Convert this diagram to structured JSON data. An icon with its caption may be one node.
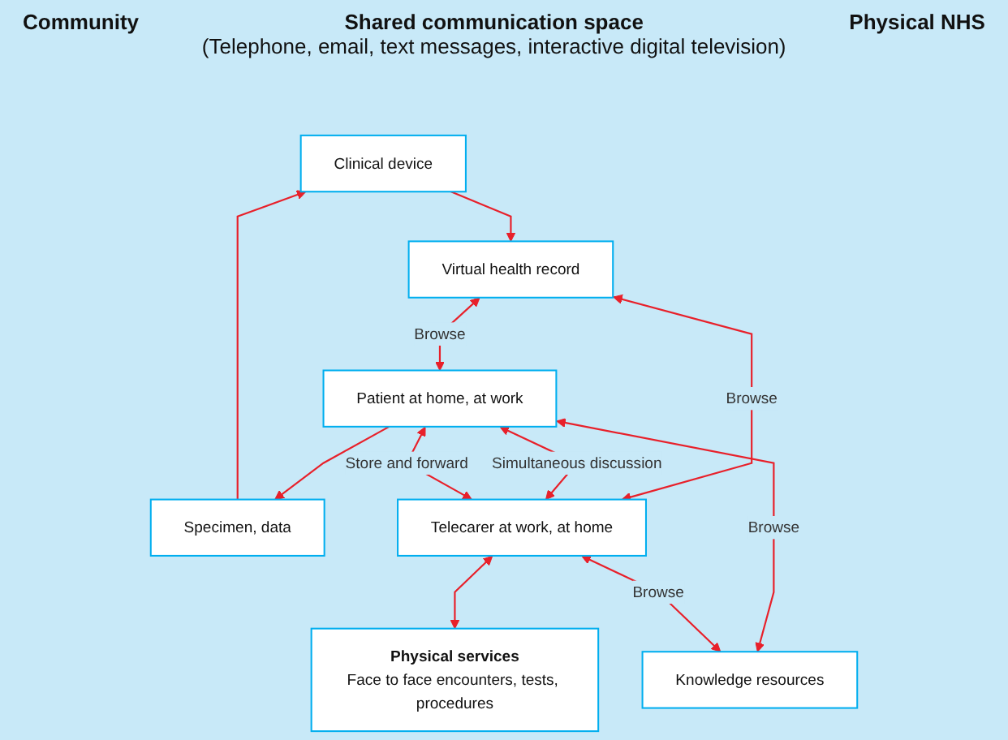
{
  "diagram": {
    "nodes": [
      {
        "text": [
          "Clinical device"
        ]
      },
      {
        "text": [
          "Virtual health record"
        ]
      },
      {
        "text": [
          "Specimen, data"
        ]
      },
      {
        "text": [
          "Patient at home, at work"
        ]
      },
      {
        "text": [
          "Telecarer at work, at home"
        ]
      },
      {
        "text": [
          "Physical services",
          "Face to face encounters, tests, procedures"
        ]
      },
      {
        "text": [
          "Knowledge resources"
        ]
      }
    ],
    "edges": [
      {
        "from": 3,
        "to": 2,
        "arrow": "to"
      },
      {
        "from": 2,
        "to": 0,
        "arrow": "to"
      },
      {
        "from": 0,
        "to": 1,
        "arrow": "to"
      },
      {
        "from": 1,
        "to": 3,
        "arrow": "both",
        "label": "Browse"
      },
      {
        "from": 1,
        "to": 4,
        "arrow": "both",
        "label": "Browse"
      },
      {
        "from": 3,
        "to": 4,
        "arrow": "both",
        "label": "Simultaneous discussion"
      },
      {
        "from": 3,
        "to": 4,
        "arrow": "both",
        "label": "Store and forward"
      },
      {
        "from": 3,
        "to": 6,
        "arrow": "both",
        "label": "Browse"
      },
      {
        "from": 4,
        "to": 6,
        "arrow": "both",
        "label": "Browse"
      },
      {
        "from": 4,
        "to": 5,
        "arrow": "both"
      }
    ],
    "labels": [
      "Community",
      "Shared communication space",
      "(Telephone, email, text messages, interactive digital television)",
      "Physical NHS"
    ]
  }
}
